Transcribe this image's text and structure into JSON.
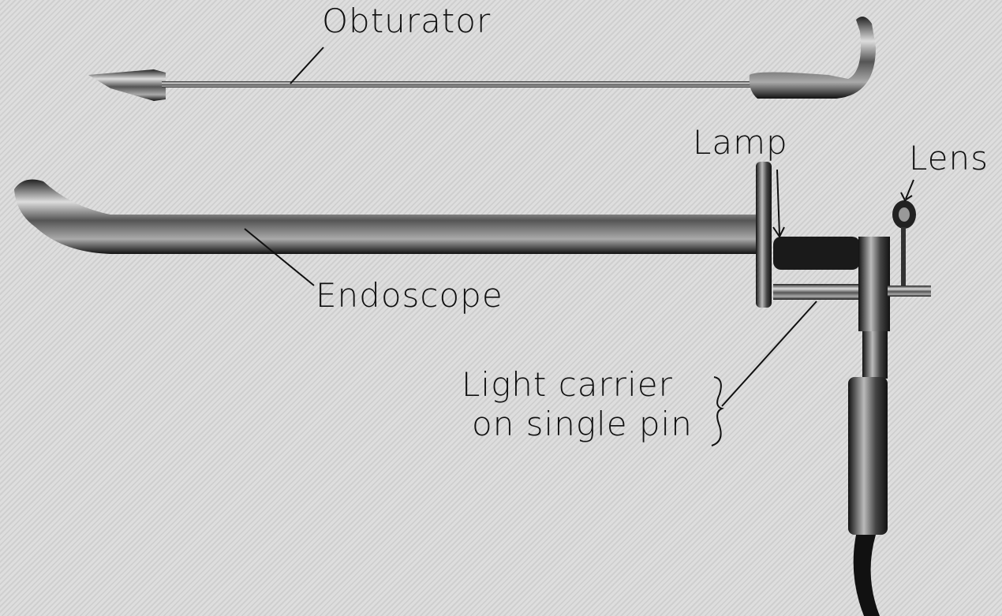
{
  "labels": {
    "obturator": "Obturator",
    "lamp": "Lamp",
    "lens": "Lens",
    "endoscope": "Endoscope",
    "light_carrier_line1": "Light carrier",
    "light_carrier_line2": "on single pin"
  }
}
